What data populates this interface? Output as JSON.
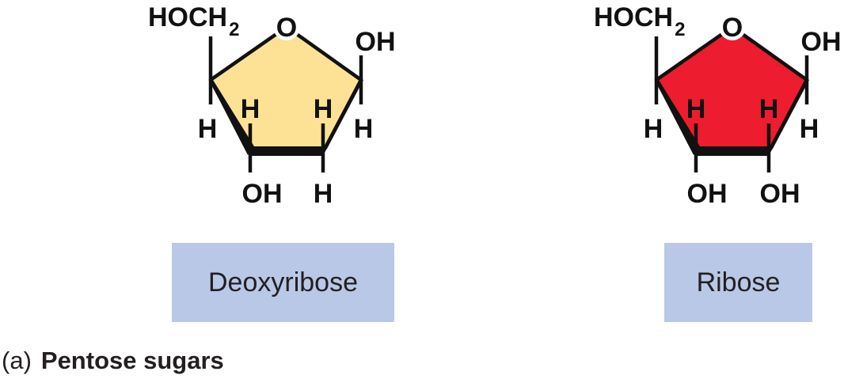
{
  "colors": {
    "deoxyribose_fill": "#fde295",
    "ribose_fill": "#ed1c2e",
    "label_box": "#b9c8e6",
    "ink": "#111111"
  },
  "deoxyribose": {
    "name": "Deoxyribose",
    "hoch2_main": "HOCH",
    "hoch2_sub": "2",
    "ring_o": "O",
    "c1_top": "OH",
    "c1_bottom": "H",
    "c2_top": "H",
    "c2_bottom": "H",
    "c3_top": "H",
    "c3_bottom": "OH",
    "c4_bottom": "H"
  },
  "ribose": {
    "name": "Ribose",
    "hoch2_main": "HOCH",
    "hoch2_sub": "2",
    "ring_o": "O",
    "c1_top": "OH",
    "c1_bottom": "H",
    "c2_top": "H",
    "c2_bottom": "OH",
    "c3_top": "H",
    "c3_bottom": "OH",
    "c4_bottom": "H"
  },
  "caption": {
    "panel": "(a)",
    "title": "Pentose sugars"
  }
}
